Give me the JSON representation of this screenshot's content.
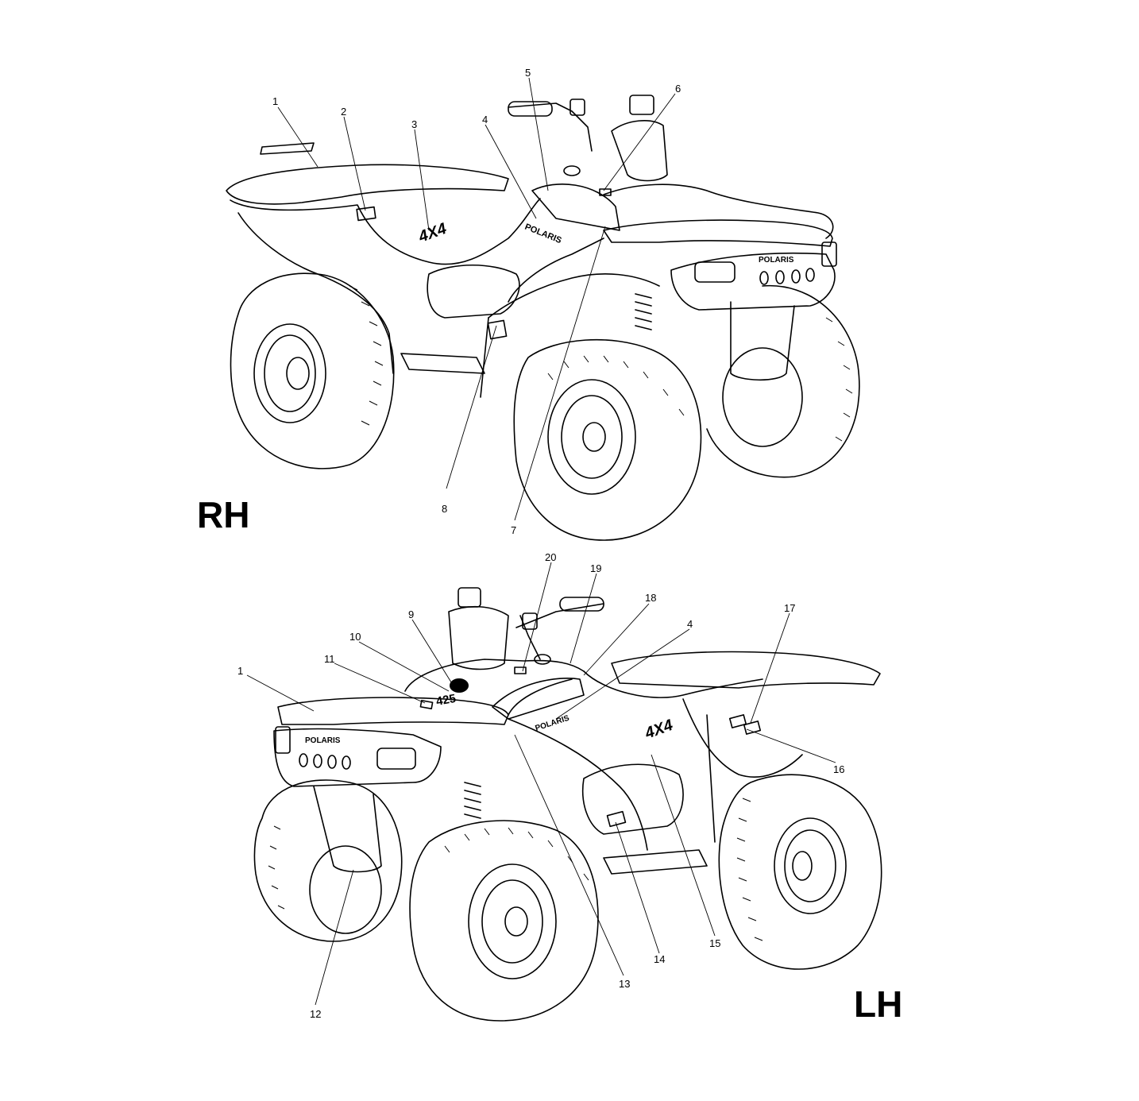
{
  "views": {
    "rh": {
      "label": "RH",
      "callouts": [
        "1",
        "2",
        "3",
        "4",
        "5",
        "6",
        "7",
        "8"
      ]
    },
    "lh": {
      "label": "LH",
      "callouts": [
        "1",
        "4",
        "9",
        "10",
        "11",
        "12",
        "13",
        "14",
        "15",
        "16",
        "17",
        "18",
        "19",
        "20"
      ]
    }
  },
  "decals": {
    "brand": "POLARIS",
    "drive": "4X4",
    "engine": "425"
  }
}
